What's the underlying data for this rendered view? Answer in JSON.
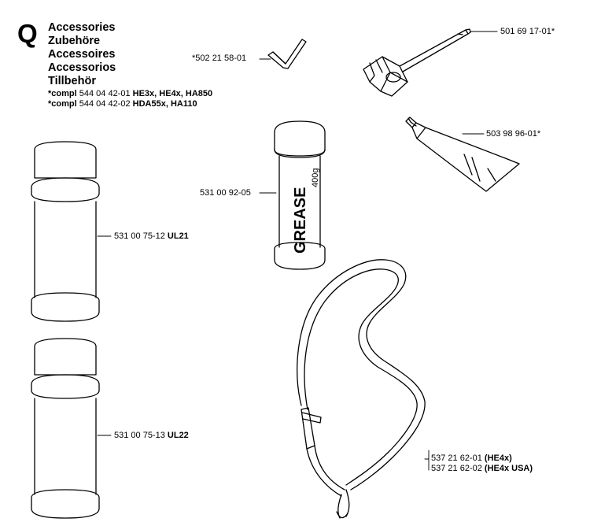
{
  "header": {
    "section_letter": "Q",
    "titles": [
      "Accessories",
      "Zubehöre",
      "Accessoires",
      "Accessorios",
      "Tillbehör"
    ],
    "compl": [
      {
        "prefix": "*compl",
        "part": "544 04 42-01",
        "models": "HE3x, HE4x, HA850"
      },
      {
        "prefix": "*compl",
        "part": "544 04 42-02",
        "models": "HDA55x, HA110"
      }
    ]
  },
  "parts": {
    "hex_key": {
      "number": "*502 21 58-01"
    },
    "combi_wrench": {
      "number": "501 69 17-01*"
    },
    "grease_tube": {
      "number": "503 98 96-01*"
    },
    "grease_can": {
      "number": "531 00 92-05",
      "label": "GREASE",
      "weight": "400g"
    },
    "oil_can_ul21": {
      "number": "531 00 75-12",
      "model": "UL21"
    },
    "oil_can_ul22": {
      "number": "531 00 75-13",
      "model": "UL22"
    },
    "harness": [
      {
        "number": "537 21 62-01",
        "model": "(HE4x)"
      },
      {
        "number": "537 21 62-02",
        "model": "(HE4x USA)"
      }
    ]
  }
}
